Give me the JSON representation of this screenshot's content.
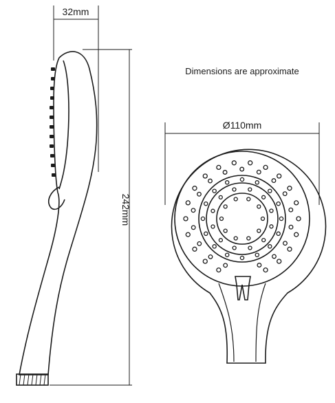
{
  "note": "Dimensions are approximate",
  "dimensions": {
    "depth": "32mm",
    "length": "242mm",
    "diameter": "Ø110mm"
  }
}
